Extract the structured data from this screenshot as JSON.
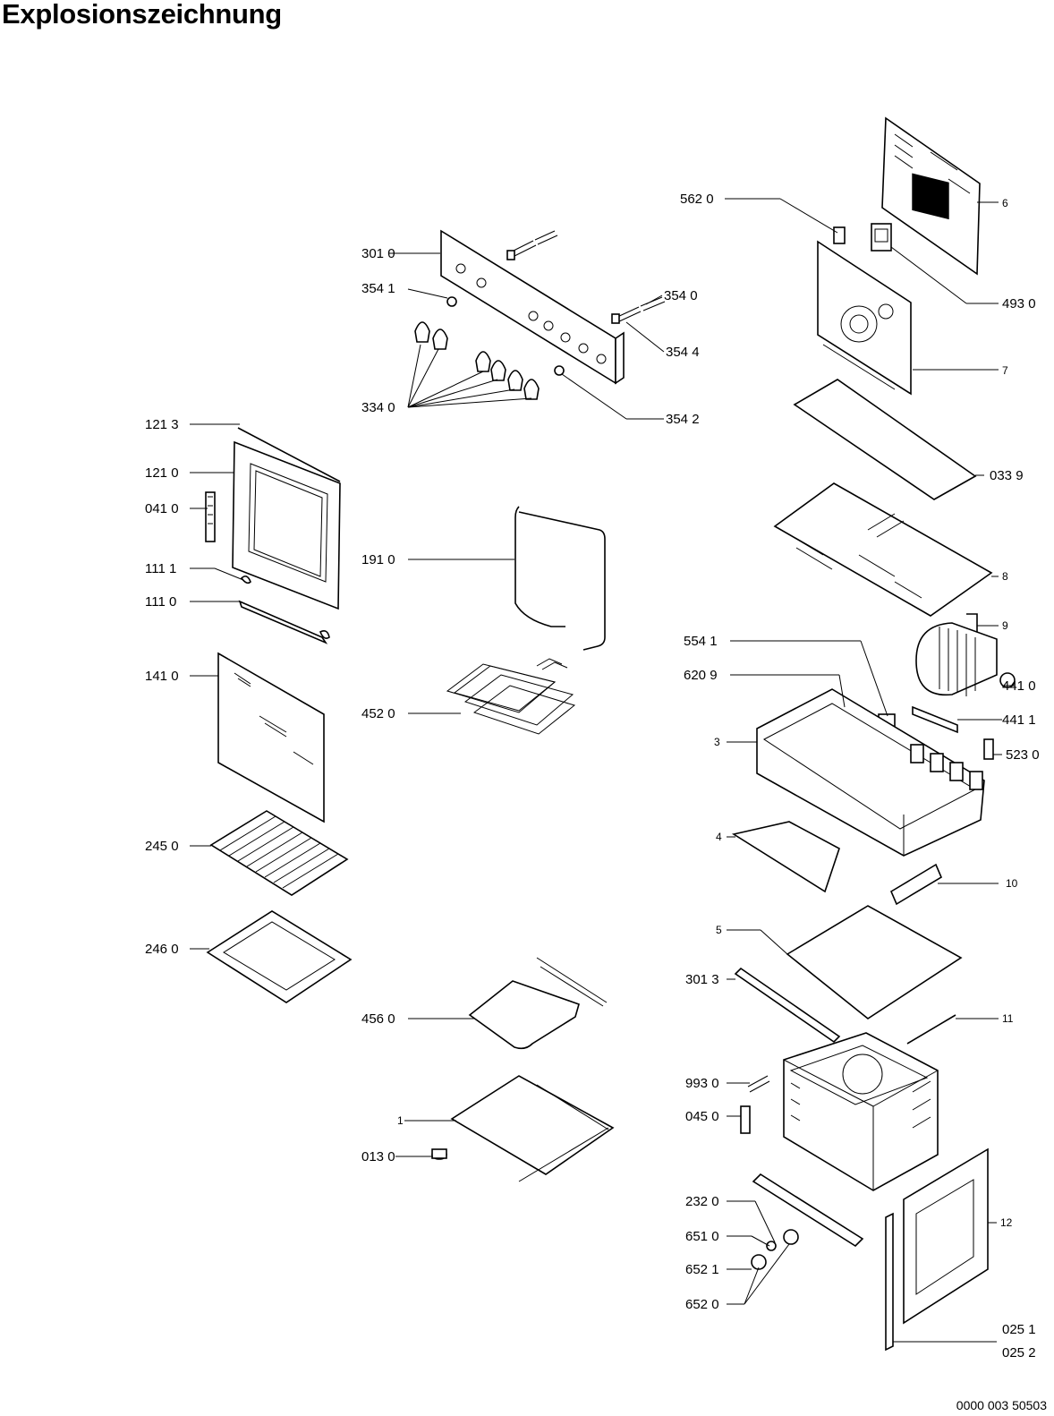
{
  "title": "Explosionszeichnung",
  "doc_number": "0000 003 50503",
  "labels": {
    "l3010": "301 0",
    "l3541": "354 1",
    "l3540": "354 0",
    "l3544": "354 4",
    "l3340": "334 0",
    "l3542": "354 2",
    "l5620": "562 0",
    "l6": "6",
    "l4930": "493 0",
    "l7": "7",
    "l0339": "033 9",
    "l8": "8",
    "l9": "9",
    "l5541": "554 1",
    "l6209": "620 9",
    "l4410": "441 0",
    "l4411": "441 1",
    "l3": "3",
    "l5230": "523 0",
    "l4": "4",
    "l10": "10",
    "l5": "5",
    "l3013": "301 3",
    "l11": "11",
    "l9930": "993 0",
    "l0450": "045 0",
    "l2320": "232 0",
    "l12": "12",
    "l6510": "651 0",
    "l6521": "652 1",
    "l6520": "652 0",
    "l0251": "025 1",
    "l0252": "025 2",
    "l1213": "121 3",
    "l1210": "121 0",
    "l0410": "041 0",
    "l1111": "111 1",
    "l1110": "111 0",
    "l1410": "141 0",
    "l2450": "245 0",
    "l2460": "246 0",
    "l1910": "191 0",
    "l4520": "452 0",
    "l4560": "456 0",
    "l1": "1",
    "l0130": "013 0"
  }
}
